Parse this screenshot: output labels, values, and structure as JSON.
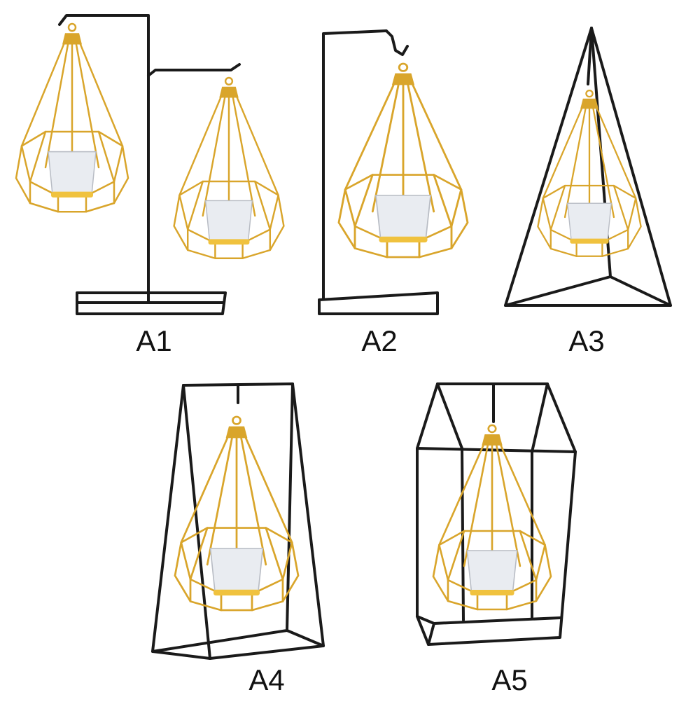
{
  "products": [
    {
      "id": "a1",
      "label": "A1"
    },
    {
      "id": "a2",
      "label": "A2"
    },
    {
      "id": "a3",
      "label": "A3"
    },
    {
      "id": "a4",
      "label": "A4"
    },
    {
      "id": "a5",
      "label": "A5"
    }
  ],
  "colors": {
    "frame": "#1a1a1a",
    "gold": "#d9a52b",
    "glass": "#e9ecf1",
    "background": "#ffffff"
  }
}
